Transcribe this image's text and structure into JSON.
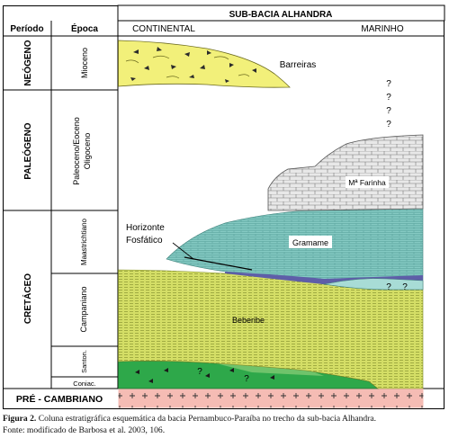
{
  "header": {
    "periodo": "Período",
    "epoca": "Época",
    "basin": "SUB-BACIA ALHANDRA",
    "continental": "CONTINENTAL",
    "marinho": "MARINHO"
  },
  "periods": [
    {
      "id": "neogeno",
      "label": "NEÓGENO"
    },
    {
      "id": "paleogeno",
      "label": "PALEÓGENO"
    },
    {
      "id": "cretaceo",
      "label": "CRETÁCEO"
    },
    {
      "id": "precambriano",
      "label": "PRÉ - CAMBRIANO"
    }
  ],
  "epochs": [
    {
      "id": "mioceno",
      "label": "Mioceno"
    },
    {
      "id": "paleoceno",
      "label": "Paleoceno/Eoceno"
    },
    {
      "id": "oligoceno",
      "label": "Oligoceno"
    },
    {
      "id": "maastrichtiano",
      "label": "Maastrichtiano"
    },
    {
      "id": "campaniano",
      "label": "Campaniano"
    },
    {
      "id": "santon",
      "label": "Santon."
    },
    {
      "id": "coniac",
      "label": "Coniac."
    }
  ],
  "units": {
    "barreiras": "Barreiras",
    "farinha": "Mª Farinha",
    "gramame": "Gramame",
    "beberibe": "Beberibe",
    "horizonte_line1": "Horizonte",
    "horizonte_line2": "Fosfático",
    "question": "?"
  },
  "caption": {
    "label": "Figura 2.",
    "text": " Coluna estratigráfica esquemática da bacia Pernambuco-Paraíba no trecho da sub-bacia Alhandra.",
    "source": "Fonte: modificado de Barbosa et al. 2003, 106."
  },
  "colors": {
    "barreiras": "#f2f07a",
    "farinha": "#e6e6e6",
    "gramame": "#7ec9c2",
    "beberibe": "#d6e06a",
    "green_base": "#2ea84a",
    "precambriano": "#f4b8b0",
    "purple_band": "#5e5ea8"
  }
}
